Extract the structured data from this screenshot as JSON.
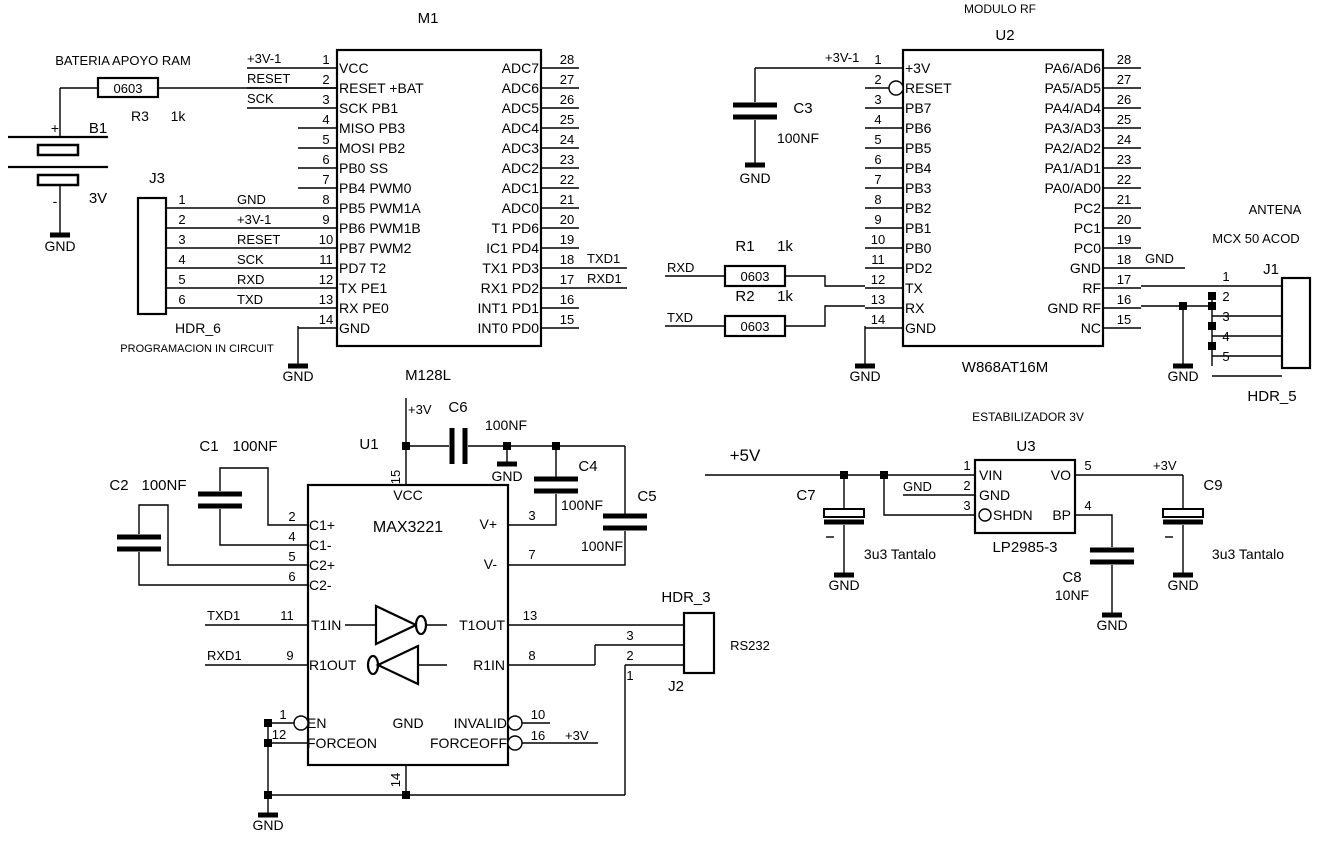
{
  "m1": {
    "title": "M1",
    "battery_label": "BATERIA APOYO RAM",
    "r3_value": "0603",
    "r3_ref": "R3",
    "r3_res": "1k",
    "b1_ref": "B1",
    "b1_plus": "+",
    "b1_minus": "-",
    "b1_volt": "3V",
    "gnd": "GND",
    "left_nets": [
      "+3V-1",
      "RESET",
      "SCK"
    ],
    "left_pins": [
      {
        "n": "1",
        "name": "VCC"
      },
      {
        "n": "2",
        "name": "RESET +BAT"
      },
      {
        "n": "3",
        "name": "SCK PB1"
      },
      {
        "n": "4",
        "name": "MISO PB3"
      },
      {
        "n": "5",
        "name": "MOSI PB2"
      },
      {
        "n": "6",
        "name": "PB0 SS"
      },
      {
        "n": "7",
        "name": "PB4 PWM0"
      },
      {
        "n": "8",
        "name": "PB5 PWM1A"
      },
      {
        "n": "9",
        "name": "PB6 PWM1B"
      },
      {
        "n": "10",
        "name": "PB7 PWM2"
      },
      {
        "n": "11",
        "name": "PD7 T2"
      },
      {
        "n": "12",
        "name": "TX PE1"
      },
      {
        "n": "13",
        "name": "RX PE0"
      },
      {
        "n": "14",
        "name": "GND"
      }
    ],
    "right_pins": [
      {
        "n": "28",
        "name": "ADC7"
      },
      {
        "n": "27",
        "name": "ADC6"
      },
      {
        "n": "26",
        "name": "ADC5"
      },
      {
        "n": "25",
        "name": "ADC4"
      },
      {
        "n": "24",
        "name": "ADC3"
      },
      {
        "n": "23",
        "name": "ADC2"
      },
      {
        "n": "22",
        "name": "ADC1"
      },
      {
        "n": "21",
        "name": "ADC0"
      },
      {
        "n": "20",
        "name": "T1 PD6"
      },
      {
        "n": "19",
        "name": "IC1 PD4"
      },
      {
        "n": "18",
        "name": "TX1 PD3"
      },
      {
        "n": "17",
        "name": "RX1 PD2"
      },
      {
        "n": "16",
        "name": "INT1 PD1"
      },
      {
        "n": "15",
        "name": "INT0 PD0"
      }
    ],
    "txd1": "TXD1",
    "rxd1": "RXD1",
    "part": "M128L",
    "j3_ref": "J3",
    "j3_pins": [
      "1",
      "2",
      "3",
      "4",
      "5",
      "6"
    ],
    "j3_nets": [
      "GND",
      "+3V-1",
      "RESET",
      "SCK",
      "RXD",
      "TXD"
    ],
    "j3_name": "HDR_6",
    "j3_caption": "PROGRAMACION IN CIRCUIT"
  },
  "u2": {
    "module_label": "MODULO RF",
    "ref": "U2",
    "vcc_net": "+3V-1",
    "c3_ref": "C3",
    "c3_val": "100NF",
    "left_pins": [
      {
        "n": "1",
        "name": "+3V"
      },
      {
        "n": "2",
        "name": "RESET"
      },
      {
        "n": "3",
        "name": "PB7"
      },
      {
        "n": "4",
        "name": "PB6"
      },
      {
        "n": "5",
        "name": "PB5"
      },
      {
        "n": "6",
        "name": "PB4"
      },
      {
        "n": "7",
        "name": "PB3"
      },
      {
        "n": "8",
        "name": "PB2"
      },
      {
        "n": "9",
        "name": "PB1"
      },
      {
        "n": "10",
        "name": "PB0"
      },
      {
        "n": "11",
        "name": "PD2"
      },
      {
        "n": "12",
        "name": "TX"
      },
      {
        "n": "13",
        "name": "RX"
      },
      {
        "n": "14",
        "name": "GND"
      }
    ],
    "right_pins": [
      {
        "n": "28",
        "name": "PA6/AD6"
      },
      {
        "n": "27",
        "name": "PA5/AD5"
      },
      {
        "n": "26",
        "name": "PA4/AD4"
      },
      {
        "n": "25",
        "name": "PA3/AD3"
      },
      {
        "n": "24",
        "name": "PA2/AD2"
      },
      {
        "n": "23",
        "name": "PA1/AD1"
      },
      {
        "n": "22",
        "name": "PA0/AD0"
      },
      {
        "n": "21",
        "name": "PC2"
      },
      {
        "n": "20",
        "name": "PC1"
      },
      {
        "n": "19",
        "name": "PC0"
      },
      {
        "n": "18",
        "name": "GND"
      },
      {
        "n": "17",
        "name": "RF"
      },
      {
        "n": "16",
        "name": "GND RF"
      },
      {
        "n": "15",
        "name": "NC"
      }
    ],
    "r1_ref": "R1",
    "r1_val": "1k",
    "r2_ref": "R2",
    "r2_val": "1k",
    "r_pkg": "0603",
    "rxd": "RXD",
    "txd": "TXD",
    "part": "W868AT16M",
    "pin18_net": "GND",
    "antena": "ANTENA",
    "mcx": "MCX 50 ACOD",
    "j1_ref": "J1",
    "j1_pins": [
      "1",
      "2",
      "3",
      "4",
      "5"
    ],
    "j1_name": "HDR_5",
    "gnd": "GND"
  },
  "u1": {
    "ref": "U1",
    "part": "MAX3221",
    "vcc": "VCC",
    "vcc_net": "+3V",
    "vcc_pin": "15",
    "c6_ref": "C6",
    "c6_val": "100NF",
    "c4_ref": "C4",
    "c4_val": "100NF",
    "c5_ref": "C5",
    "c5_val": "100NF",
    "c1_ref": "C1",
    "c1_val": "100NF",
    "c2_ref": "C2",
    "c2_val": "100NF",
    "left_pins": [
      {
        "n": "2",
        "name": "C1+"
      },
      {
        "n": "4",
        "name": "C1-"
      },
      {
        "n": "5",
        "name": "C2+"
      },
      {
        "n": "6",
        "name": "C2-"
      }
    ],
    "vplus": "V+",
    "vplus_pin": "3",
    "vminus": "V-",
    "vminus_pin": "7",
    "t1in": "T1IN",
    "t1in_pin": "11",
    "t1in_net": "TXD1",
    "t1out": "T1OUT",
    "t1out_pin": "13",
    "r1out": "R1OUT",
    "r1out_pin": "9",
    "r1out_net": "RXD1",
    "r1in": "R1IN",
    "r1in_pin": "8",
    "en": "EN",
    "en_pin": "1",
    "forceon": "FORCEON",
    "forceon_pin": "12",
    "gnd_name": "GND",
    "gnd_pin": "14",
    "invalid": "INVALID",
    "invalid_pin": "10",
    "forceoff": "FORCEOFF",
    "forceoff_pin": "16",
    "forceoff_net": "+3V",
    "gnd": "GND"
  },
  "j2": {
    "title": "HDR_3",
    "ref": "J2",
    "label": "RS232",
    "pins": [
      "3",
      "2",
      "1"
    ]
  },
  "u3": {
    "label": "ESTABILIZADOR 3V",
    "ref": "U3",
    "part": "LP2985-3",
    "input_net": "+5V",
    "output_net": "+3V",
    "pin_vin": {
      "n": "1",
      "name": "VIN"
    },
    "pin_gnd": {
      "n": "2",
      "name": "GND"
    },
    "pin_shdn": {
      "n": "3",
      "name": "SHDN"
    },
    "pin_vo": {
      "n": "5",
      "name": "VO"
    },
    "pin_bp": {
      "n": "4",
      "name": "BP"
    },
    "gnd_net": "GND",
    "c7_ref": "C7",
    "c7_val": "3u3 Tantalo",
    "c8_ref": "C8",
    "c8_val": "10NF",
    "c9_ref": "C9",
    "c9_val": "3u3 Tantalo",
    "gnd": "GND"
  }
}
